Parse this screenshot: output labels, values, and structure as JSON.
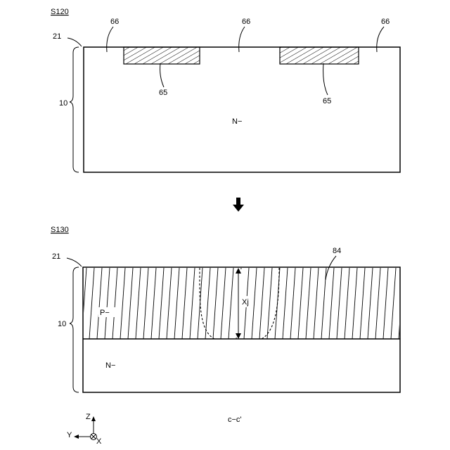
{
  "top_panel": {
    "step": "S120",
    "surface_label": "21",
    "region_label": "10",
    "label_66_left": "66",
    "label_66_mid": "66",
    "label_66_right": "66",
    "label_65_left": "65",
    "label_65_right": "65",
    "doping": "N−"
  },
  "bottom_panel": {
    "step": "S130",
    "surface_label": "21",
    "region_label": "10",
    "layer_label": "84",
    "p_label": "P−",
    "depth_label": "Xj",
    "doping": "N−"
  },
  "section_label": "c−c'",
  "axes": {
    "z": "Z",
    "y": "Y",
    "x": "X"
  }
}
